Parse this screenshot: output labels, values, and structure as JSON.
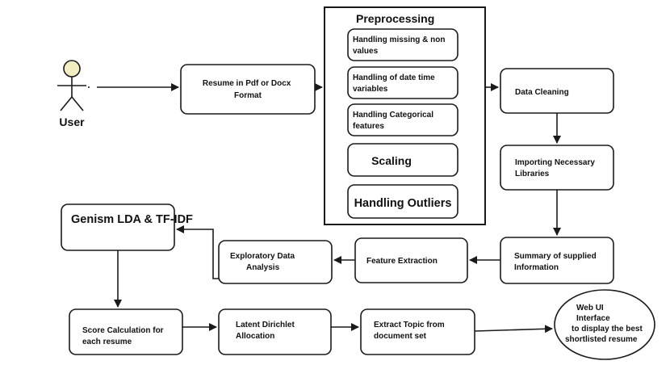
{
  "actor": {
    "label": "User"
  },
  "preprocessing": {
    "title": "Preprocessing",
    "steps": {
      "missing": [
        "Handling missing & non",
        "values"
      ],
      "datetime": [
        "Handling of date time",
        "variables"
      ],
      "categorical": [
        "Handling Categorical",
        "features"
      ],
      "scaling": [
        "Scaling"
      ],
      "outliers": [
        "Handling Outliers"
      ]
    }
  },
  "nodes": {
    "resume": [
      "Resume in Pdf or Docx",
      "Format"
    ],
    "cleaning": [
      "Data Cleaning"
    ],
    "libraries": [
      "Importing Necessary",
      "Libraries"
    ],
    "summary": [
      "Summary of supplied",
      "Information"
    ],
    "feature": [
      "Feature Extraction"
    ],
    "eda": [
      "Exploratory Data",
      "Analysis"
    ],
    "genism": [
      "Genism LDA & TF-IDF"
    ],
    "score": [
      "Score Calculation for",
      "each resume"
    ],
    "lda": [
      "Latent Dirichlet",
      "Allocation"
    ],
    "topic": [
      "Extract Topic from",
      "document set"
    ],
    "webui": [
      "Web UI",
      "Interface",
      "to display the best",
      "shortlisted resume"
    ]
  }
}
